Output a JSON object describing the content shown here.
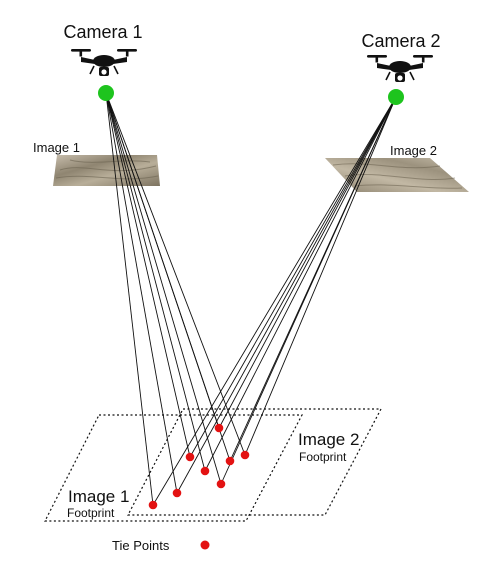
{
  "cameras": [
    {
      "label": "Camera 1",
      "image_label": "Image 1"
    },
    {
      "label": "Camera 2",
      "image_label": "Image 2"
    }
  ],
  "footprints": [
    {
      "title": "Image 1",
      "subtitle": "Footprint"
    },
    {
      "title": "Image 2",
      "subtitle": "Footprint"
    }
  ],
  "legend": {
    "label": "Tie Points"
  },
  "colors": {
    "camera_center": "#1ec41e",
    "tie_point": "#e31212",
    "ray": "#111111",
    "drone": "#111111",
    "image_texture": "#a79a86"
  }
}
